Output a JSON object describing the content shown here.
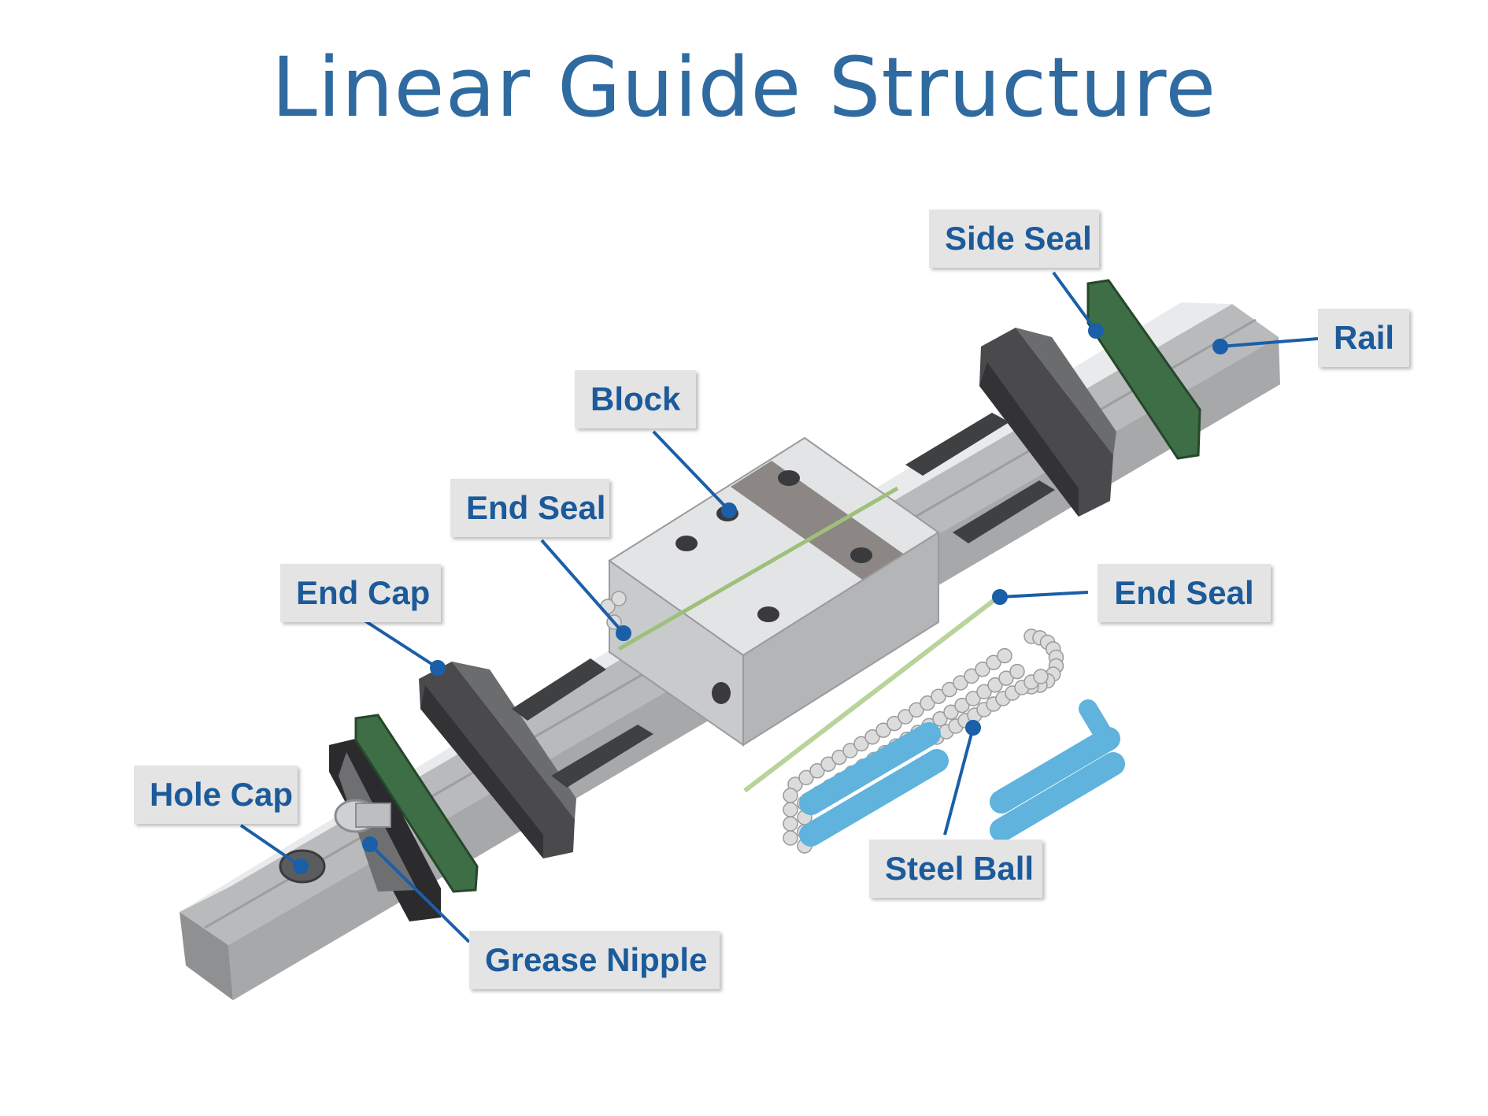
{
  "title": "Linear Guide Structure",
  "colors": {
    "title": "#2f6aa0",
    "label_text": "#1c5a9a",
    "label_bg": "#e4e4e4",
    "leader": "#1a5fa8",
    "rail": "#c8c9cb",
    "block": "#d4d5d7",
    "end_cap": "#4a4a4c",
    "side_seal": "#3d6e45",
    "retainer": "#5fb3dd",
    "ball": "#d8d8d8"
  },
  "labels": {
    "side_seal": "Side Seal",
    "rail": "Rail",
    "block": "Block",
    "end_seal_left": "End Seal",
    "end_seal_right": "End Seal",
    "end_cap": "End Cap",
    "hole_cap": "Hole Cap",
    "grease_nipple": "Grease Nipple",
    "steel_ball": "Steel Ball"
  }
}
